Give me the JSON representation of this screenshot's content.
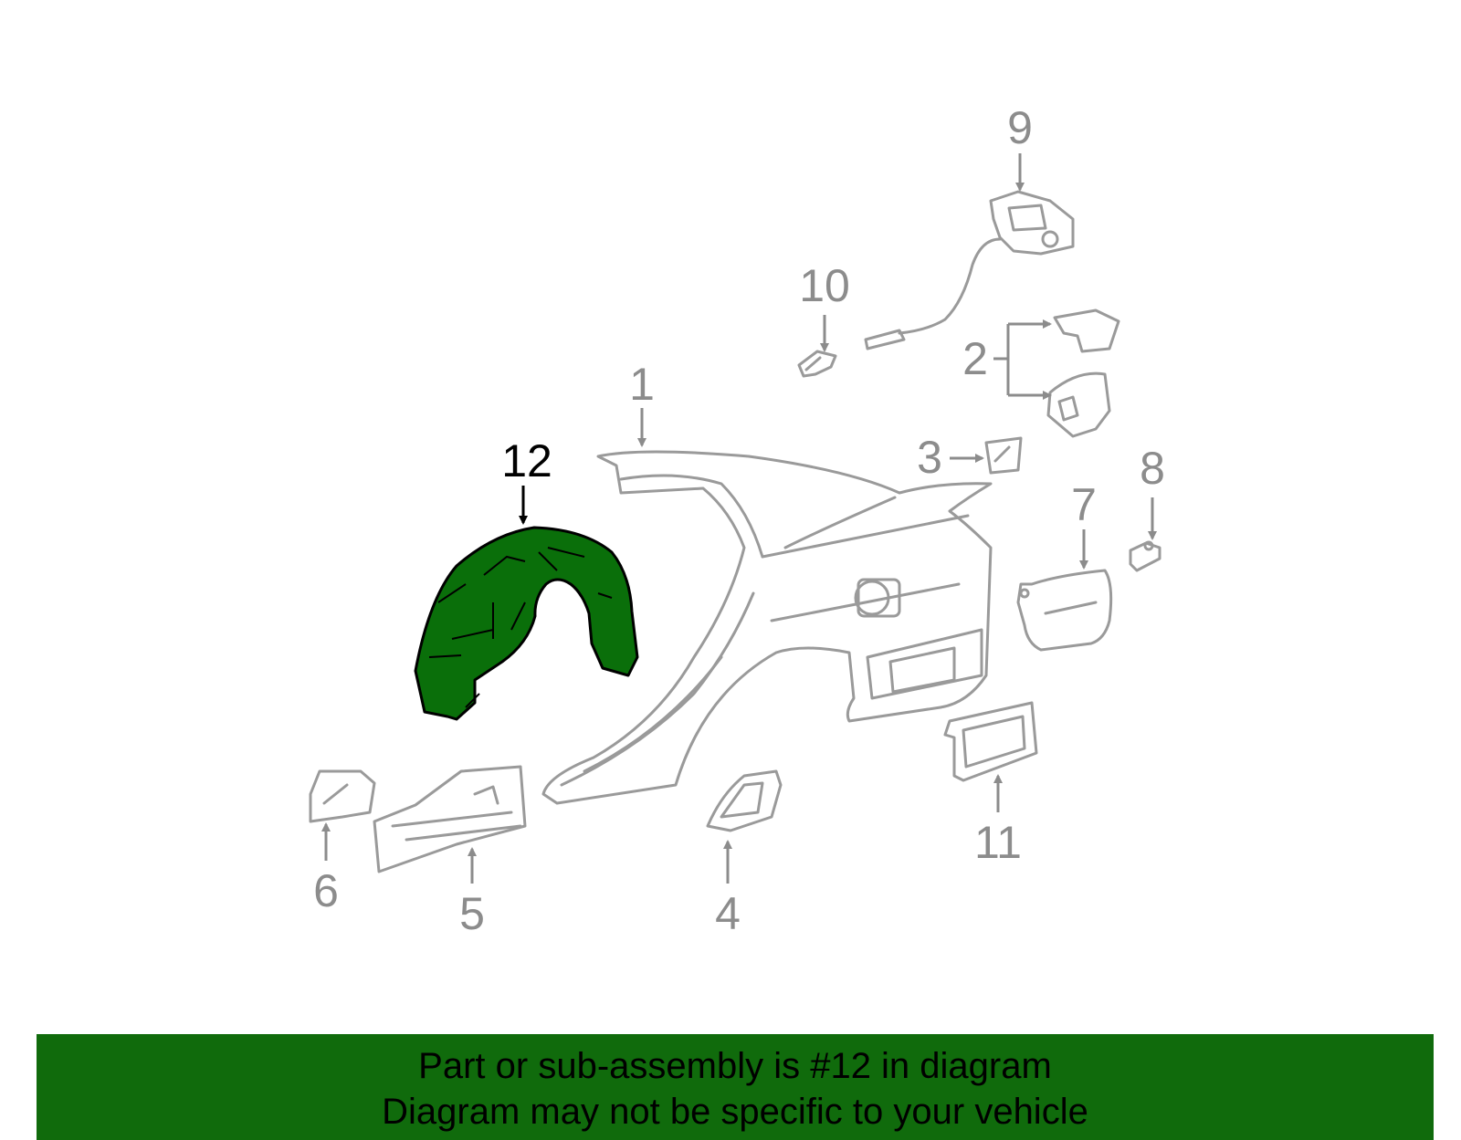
{
  "colors": {
    "highlight_fill": "#0a6f0a",
    "highlight_stroke": "#000000",
    "part_stroke": "#9a9a9a",
    "callout_text": "#8c8c8c",
    "banner_bg": "#106b0c"
  },
  "callouts": {
    "c1": "1",
    "c2": "2",
    "c3": "3",
    "c4": "4",
    "c5": "5",
    "c6": "6",
    "c7": "7",
    "c8": "8",
    "c9": "9",
    "c10": "10",
    "c11": "11",
    "c12": "12"
  },
  "highlighted_part": "12",
  "banner": {
    "line1": "Part or sub-assembly is #12 in diagram",
    "line2": "Diagram may not be specific to your vehicle"
  }
}
